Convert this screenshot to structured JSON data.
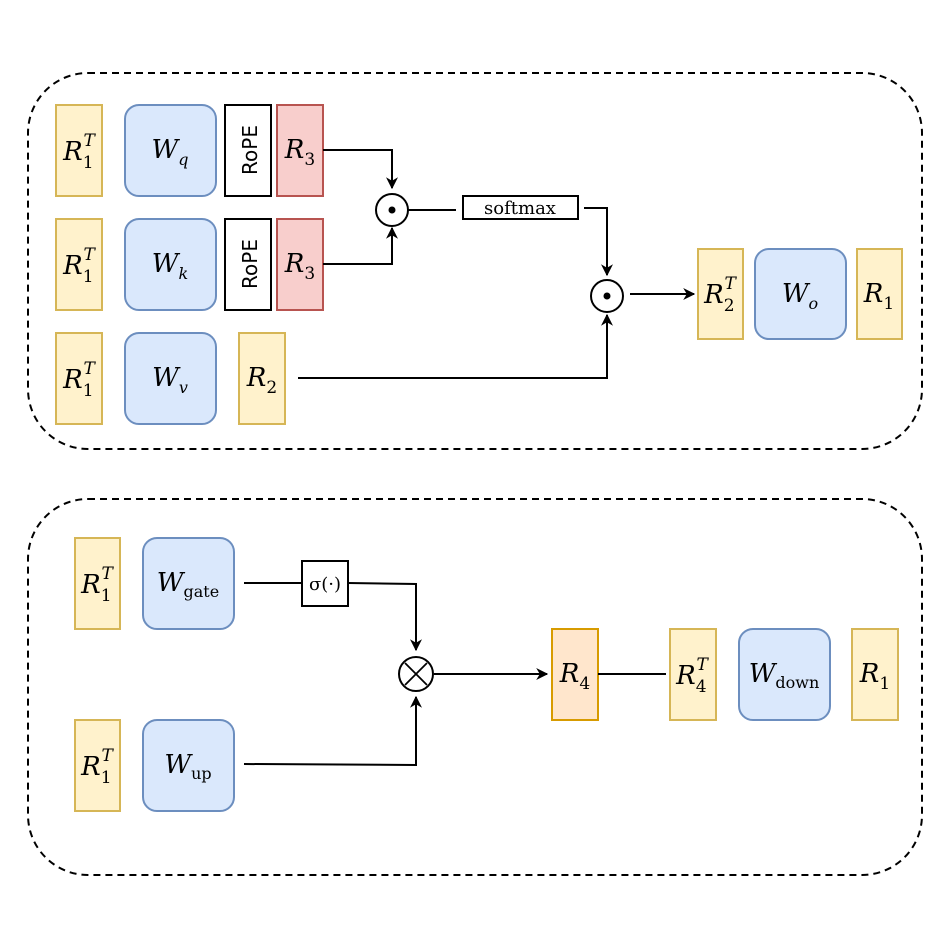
{
  "colors": {
    "rot_fill": "#fff2cc",
    "rot_stroke": "#d6b656",
    "w_fill": "#dae8fc",
    "w_stroke": "#6c8ebf",
    "r3_fill": "#f8cecc",
    "r3_stroke": "#b85450",
    "r4_fill": "#ffe6cc",
    "r4_stroke": "#d79b00",
    "line": "#000000"
  },
  "attention": {
    "q_row": {
      "r1t": {
        "base": "R",
        "sub": "1",
        "sup": "T"
      },
      "w": {
        "base": "W",
        "sub": "q"
      },
      "rope": "RoPE",
      "r3": {
        "base": "R",
        "sub": "3"
      }
    },
    "k_row": {
      "r1t": {
        "base": "R",
        "sub": "1",
        "sup": "T"
      },
      "w": {
        "base": "W",
        "sub": "k"
      },
      "rope": "RoPE",
      "r3": {
        "base": "R",
        "sub": "3"
      }
    },
    "v_row": {
      "r1t": {
        "base": "R",
        "sub": "1",
        "sup": "T"
      },
      "w": {
        "base": "W",
        "sub": "v"
      },
      "r2": {
        "base": "R",
        "sub": "2"
      }
    },
    "softmax": "softmax",
    "hadamard_symbol": "⊙",
    "out": {
      "r2t": {
        "base": "R",
        "sub": "2",
        "sup": "T"
      },
      "w": {
        "base": "W",
        "sub": "o"
      },
      "r1": {
        "base": "R",
        "sub": "1"
      }
    }
  },
  "mlp": {
    "gate_row": {
      "r1t": {
        "base": "R",
        "sub": "1",
        "sup": "T"
      },
      "w": {
        "base": "W",
        "sub": "gate"
      },
      "act": "σ(·)"
    },
    "up_row": {
      "r1t": {
        "base": "R",
        "sub": "1",
        "sup": "T"
      },
      "w": {
        "base": "W",
        "sub": "up"
      }
    },
    "mult_symbol": "⊗",
    "r4": {
      "base": "R",
      "sub": "4"
    },
    "down": {
      "r4t": {
        "base": "R",
        "sub": "4",
        "sup": "T"
      },
      "w": {
        "base": "W",
        "sub": "down"
      },
      "r1": {
        "base": "R",
        "sub": "1"
      }
    }
  }
}
